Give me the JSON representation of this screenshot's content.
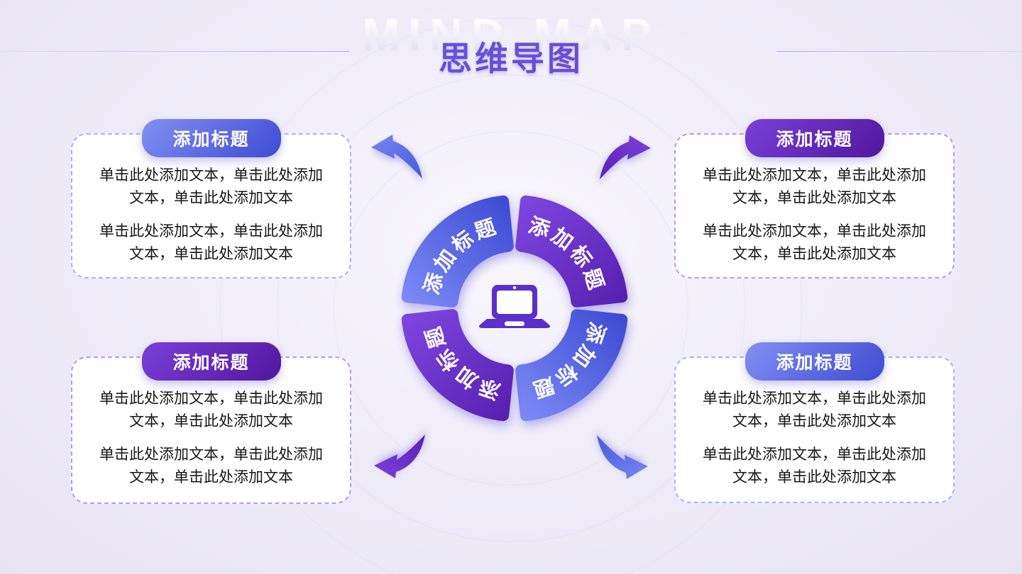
{
  "slide": {
    "watermark": "MIND MAP",
    "title": "思维导图"
  },
  "colors": {
    "accent_blue": "#4d5bdb",
    "accent_purple": "#6a32c9",
    "blue_gradient": [
      "#8290f4",
      "#3d4bd2"
    ],
    "purple_gradient": [
      "#7a3fd8",
      "#51179e"
    ],
    "dashed_border_blue": "#a8b5ee",
    "dashed_border_purple": "#b59de4",
    "background": "#efecf8",
    "body_text": "#161616"
  },
  "ring": {
    "center_icon": "laptop-icon",
    "segments": [
      {
        "position": "top-left",
        "color": "blue",
        "label": "添加标题"
      },
      {
        "position": "top-right",
        "color": "purple",
        "label": "添加标题"
      },
      {
        "position": "bottom-right",
        "color": "blue",
        "label": "添加标题"
      },
      {
        "position": "bottom-left",
        "color": "purple",
        "label": "添加标题"
      }
    ]
  },
  "arrows": [
    {
      "position": "top-left",
      "icon": "curved-arrow-icon",
      "direction": "up-left",
      "color": "blue"
    },
    {
      "position": "top-right",
      "icon": "curved-arrow-icon",
      "direction": "up-right",
      "color": "purple"
    },
    {
      "position": "bottom-left",
      "icon": "curved-arrow-icon",
      "direction": "down-left",
      "color": "purple"
    },
    {
      "position": "bottom-right",
      "icon": "curved-arrow-icon",
      "direction": "down-right",
      "color": "blue"
    }
  ],
  "boxes": [
    {
      "position": "top-left",
      "accent": "blue",
      "title": "添加标题",
      "paragraphs": [
        "单击此处添加文本，单击此处添加文本，单击此处添加文本",
        "单击此处添加文本，单击此处添加文本，单击此处添加文本"
      ]
    },
    {
      "position": "top-right",
      "accent": "purple",
      "title": "添加标题",
      "paragraphs": [
        "单击此处添加文本，单击此处添加文本，单击此处添加文本",
        "单击此处添加文本，单击此处添加文本，单击此处添加文本"
      ]
    },
    {
      "position": "bottom-left",
      "accent": "purple",
      "title": "添加标题",
      "paragraphs": [
        "单击此处添加文本，单击此处添加文本，单击此处添加文本",
        "单击此处添加文本，单击此处添加文本，单击此处添加文本"
      ]
    },
    {
      "position": "bottom-right",
      "accent": "blue",
      "title": "添加标题",
      "paragraphs": [
        "单击此处添加文本，单击此处添加文本，单击此处添加文本",
        "单击此处添加文本，单击此处添加文本，单击此处添加文本"
      ]
    }
  ]
}
